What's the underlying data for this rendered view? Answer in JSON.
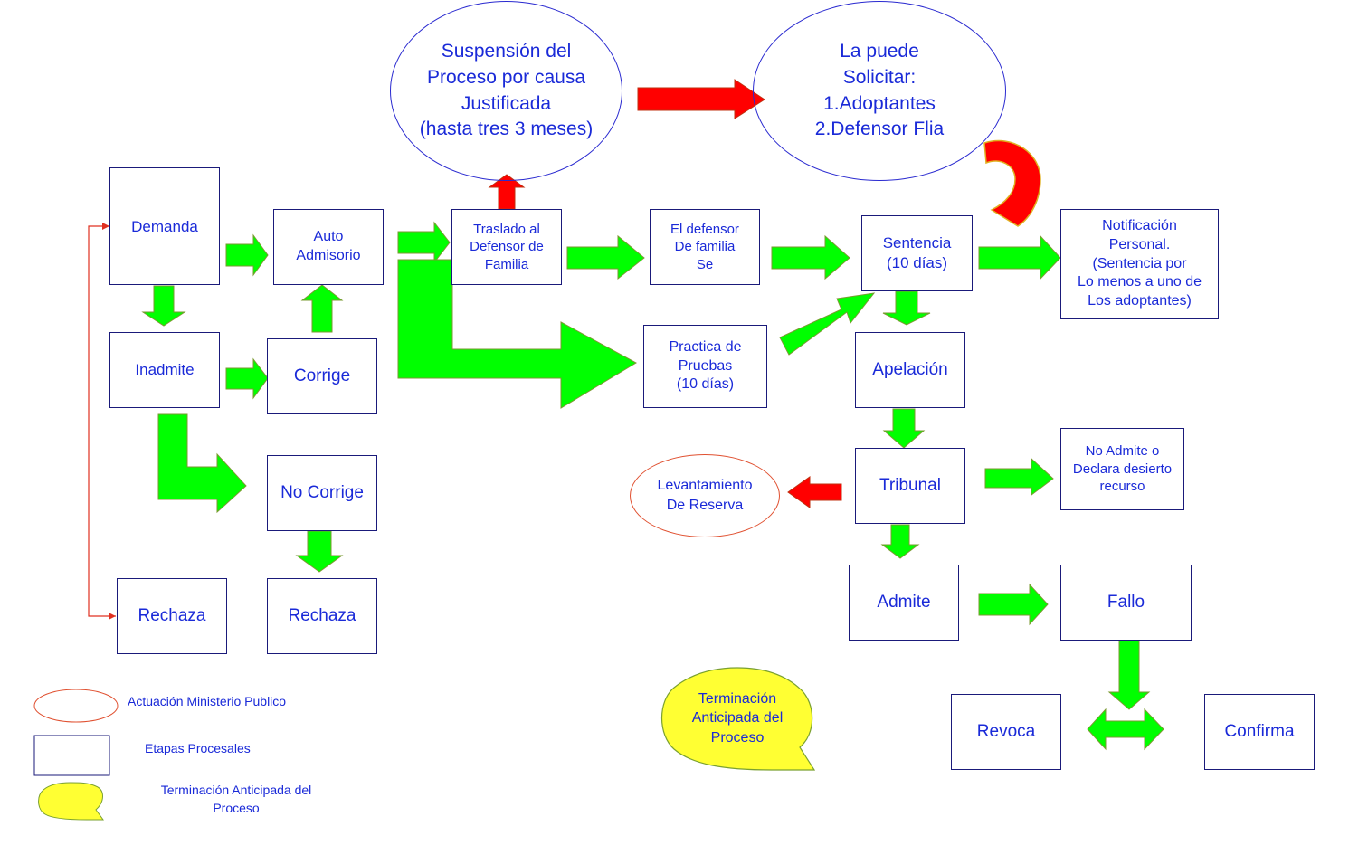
{
  "nodes": {
    "demanda": "Demanda",
    "auto_admisorio": "Auto\nAdmisorio",
    "traslado": "Traslado al\nDefensor de\nFamilia",
    "defensor": "El defensor\nDe familia\nSe",
    "sentencia": "Sentencia\n(10 días)",
    "notificacion": "Notificación\nPersonal.\n(Sentencia por\nLo menos a uno de\nLos adoptantes)",
    "inadmite": "Inadmite",
    "corrige": "Corrige",
    "no_corrige": "No Corrige",
    "rechaza_left": "Rechaza",
    "rechaza_mid": "Rechaza",
    "practica": "Practica de\nPruebas\n(10 días)",
    "apelacion": "Apelación",
    "tribunal": "Tribunal",
    "no_admite": "No Admite o\nDeclara desierto\nrecurso",
    "admite": "Admite",
    "fallo": "Fallo",
    "revoca": "Revoca",
    "confirma": "Confirma"
  },
  "ovals": {
    "suspension": "Suspensión del\nProceso por causa\nJustificada\n(hasta tres 3 meses)",
    "solicitar": "La puede\nSolicitar:\n1.Adoptantes\n2.Defensor Flia",
    "levantamiento": "Levantamiento\nDe Reserva"
  },
  "bubble": "Terminación\nAnticipada del\nProceso",
  "legend": {
    "ministerio": "Actuación Ministerio Publico",
    "etapas": "Etapas Procesales",
    "terminacion": "Terminación Anticipada del\nProceso"
  },
  "colors": {
    "flow_arrow": "#00ff00",
    "suspension_arrow": "#ff0000",
    "box_text": "#1a2ad8",
    "bubble_fill": "#ffff33"
  }
}
